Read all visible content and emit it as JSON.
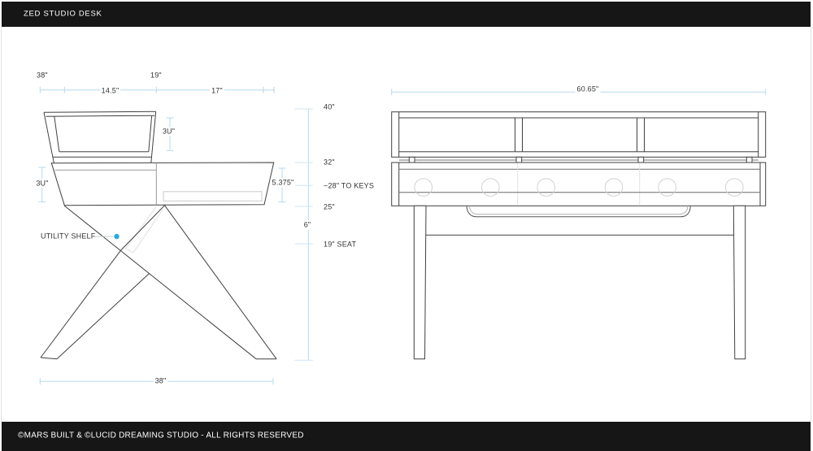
{
  "page": {
    "title": "ZED STUDIO DESK",
    "footer": "©MARS BUILT & ©LUCID DREAMING STUDIO - ALL RIGHTS RESERVED"
  },
  "colors": {
    "accent_dot": "#29abe2",
    "dimension_line": "#b5d9ee",
    "line_ink": "#404040",
    "bar_bg": "#161616",
    "label_ink": "#333333"
  },
  "side_view": {
    "dims": {
      "top_total": "38\"",
      "top_offset": "19\"",
      "shelf_depth": "14.5\"",
      "front_depth": "17\"",
      "shelf_opening": "3U\"",
      "slab_front": "3U\"",
      "slab_back": "5.375\"",
      "bottom_total": "38\"",
      "height_top": "40\"",
      "height_desk": "32\"",
      "height_keys": "~28\" TO KEYS",
      "height_slab_bottom": "25\"",
      "gap": "6\"",
      "height_seat": "19\" SEAT"
    },
    "callouts": {
      "utility_shelf": "UTILITY SHELF"
    }
  },
  "front_view": {
    "dims": {
      "width": "60.65\""
    }
  }
}
